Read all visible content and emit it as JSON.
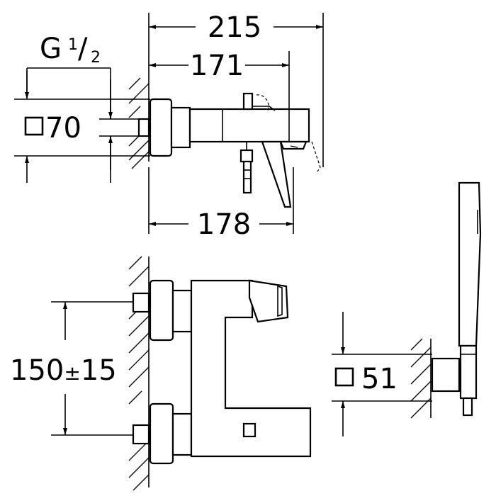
{
  "dimensions": {
    "overall_width": "215",
    "body_width": "171",
    "spout_width": "178",
    "thread_label": "G",
    "thread_fraction_num": "1",
    "thread_fraction_slash": "/",
    "thread_fraction_den": "2",
    "body_square": "70",
    "center_distance": "150",
    "center_tolerance_sign": "±",
    "center_tolerance": "15",
    "holder_square": "51"
  }
}
